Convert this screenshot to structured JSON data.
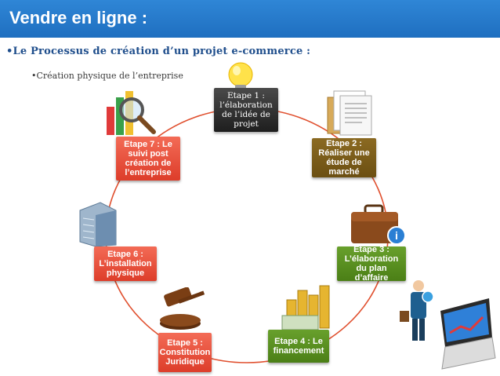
{
  "header": {
    "title": "Vendre en ligne :"
  },
  "bullets": {
    "level1": "•Le Processus de création d’un projet e-commerce :",
    "level2": "•Création physique de l’entreprise"
  },
  "steps": [
    {
      "label": "Etape 1 : l’élaboration de l’idée de projet"
    },
    {
      "label": "Etape 2 : Réaliser une étude de marché"
    },
    {
      "label": "Etape 3 : L’élaboration du plan d’affaire"
    },
    {
      "label": "Etape 4 : Le financement"
    },
    {
      "label": "Etape 5 : Constitution Juridique"
    },
    {
      "label": "Etape 6 : L’installation physique"
    },
    {
      "label": "Etape 7 : Le suivi post création de l’entreprise"
    }
  ],
  "icons": {
    "step1": "lightbulb-icon",
    "step2": "folder-documents-icon",
    "step3": "briefcase-info-icon",
    "step4": "coins-money-icon",
    "step5": "gavel-icon",
    "step6": "building-icon",
    "step7": "chart-magnifier-icon",
    "decor": "businessman-laptop-icon"
  },
  "colors": {
    "header": "#2473c7",
    "circle": "#e0502f",
    "step1": "#2b2b2b",
    "step2": "#7a5c1a",
    "step3": "#5b9122",
    "step4": "#5b9122",
    "step5": "#e0502f",
    "step6": "#e0502f",
    "step7": "#e0502f"
  }
}
